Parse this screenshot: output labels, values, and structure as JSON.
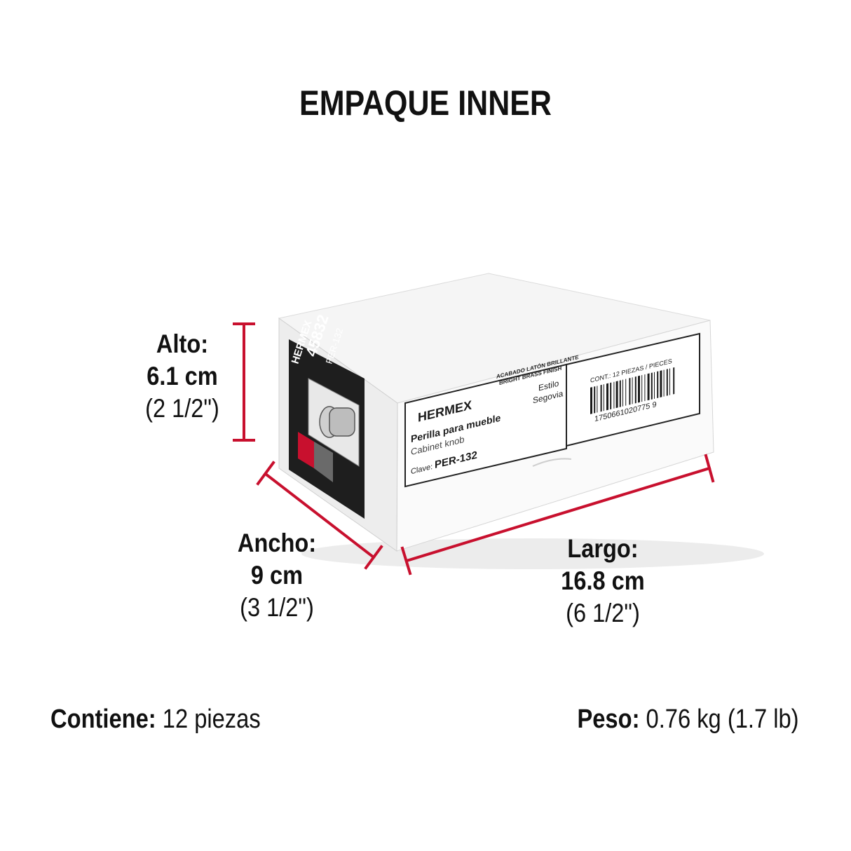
{
  "title": "EMPAQUE INNER",
  "dimensions": {
    "alto": {
      "label": "Alto:",
      "metric": "6.1 cm",
      "imperial": "(2 1/2\")"
    },
    "ancho": {
      "label": "Ancho:",
      "metric": "9 cm",
      "imperial": "(3 1/2\")"
    },
    "largo": {
      "label": "Largo:",
      "metric": "16.8 cm",
      "imperial": "(6 1/2\")"
    }
  },
  "contents": {
    "label": "Contiene:",
    "value": "12 piezas"
  },
  "weight": {
    "label": "Peso:",
    "value": "0.76 kg (1.7 lb)"
  },
  "box": {
    "brand": "HERMEX",
    "code": "45832",
    "model": "PER-132",
    "product_es": "Perilla para mueble",
    "product_en": "Cabinet knob",
    "finish_es": "ACABADO LATÓN BRILLANTE",
    "finish_en": "BRIGHT BRASS FINISH",
    "style_label": "Estilo",
    "style_value": "Segovia",
    "clave_label": "Clave:",
    "clave_value": "PER-132",
    "cont_text": "CONT.: 12 PIEZAS / PIECES",
    "barcode_number": "1750661020775  9"
  },
  "colors": {
    "accent": "#c8102e",
    "text": "#111111",
    "box_label": "#1a1a1a"
  }
}
